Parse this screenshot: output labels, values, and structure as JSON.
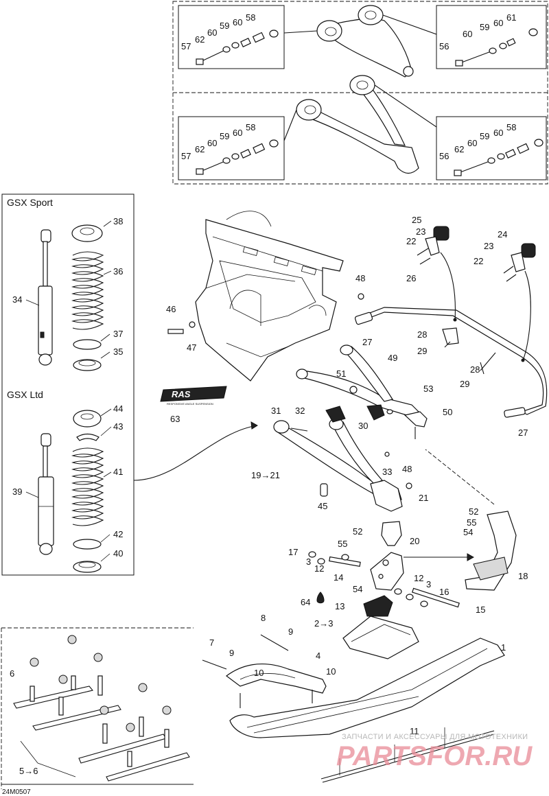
{
  "sections": {
    "sport": "GSX Sport",
    "ltd": "GSX Ltd"
  },
  "logo_text": "RAS",
  "logo_subtext": "RESPONSIVE ANGLE SUSPENSION",
  "drawing_code": "24M0507",
  "watermark": {
    "line1": "ЗАПЧАСТИ И АКСЕССУАРЫ ДЛЯ МОТОТЕХНИКИ",
    "line2": "PARTSFOR.RU"
  },
  "callouts": {
    "c1": "1",
    "c2": "2→3",
    "c3a": "3",
    "c3b": "3",
    "c4": "4",
    "c5": "5→6",
    "c6": "6",
    "c7": "7",
    "c8": "8",
    "c9a": "9",
    "c9b": "9",
    "c10a": "10",
    "c10b": "10",
    "c11": "11",
    "c12a": "12",
    "c12b": "12",
    "c13": "13",
    "c14": "14",
    "c15": "15",
    "c16": "16",
    "c17": "17",
    "c18": "18",
    "c19": "19→21",
    "c20": "20",
    "c21": "21",
    "c22a": "22",
    "c22b": "22",
    "c23a": "23",
    "c23b": "23",
    "c24": "24",
    "c25": "25",
    "c26": "26",
    "c27a": "27",
    "c27b": "27",
    "c28a": "28",
    "c28b": "28",
    "c29a": "29",
    "c29b": "29",
    "c30": "30",
    "c31": "31",
    "c32": "32",
    "c33": "33",
    "c34": "34",
    "c35": "35",
    "c36": "36",
    "c37": "37",
    "c38": "38",
    "c39": "39",
    "c40": "40",
    "c41": "41",
    "c42": "42",
    "c43": "43",
    "c44": "44",
    "c45": "45",
    "c46": "46",
    "c47": "47",
    "c48a": "48",
    "c48b": "48",
    "c49": "49",
    "c50": "50",
    "c51": "51",
    "c52a": "52",
    "c52b": "52",
    "c53": "53",
    "c54a": "54",
    "c54b": "54",
    "c55a": "55",
    "c55b": "55",
    "c56a": "56",
    "c56b": "56",
    "c57a": "57",
    "c57b": "57",
    "c58a": "58",
    "c58b": "58",
    "c58c": "58",
    "c59a": "59",
    "c59b": "59",
    "c59c": "59",
    "c59d": "59",
    "c60a": "60",
    "c60b": "60",
    "c60c": "60",
    "c60d": "60",
    "c60e": "60",
    "c60f": "60",
    "c60g": "60",
    "c60h": "60",
    "c61": "61",
    "c62a": "62",
    "c62b": "62",
    "c62c": "62",
    "c63": "63",
    "c64": "64"
  }
}
